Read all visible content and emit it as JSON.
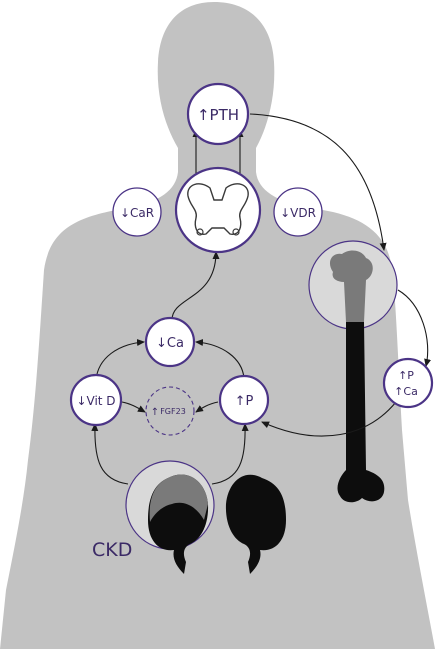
{
  "nodes": {
    "pth": "↑PTH",
    "car": "↓CaR",
    "vdr": "↓VDR",
    "ca_low": "↓Ca",
    "vitd": "↓Vit D",
    "fgf23_arrow": "↑",
    "fgf23": "FGF23",
    "p_high": "↑P",
    "bone_p": "↑P",
    "bone_ca": "↑Ca",
    "ckd": "CKD"
  },
  "colors": {
    "body": "#c2c2c2",
    "accent": "#4b3486",
    "text": "#3b2a66",
    "organ": "#0d0d0d"
  }
}
